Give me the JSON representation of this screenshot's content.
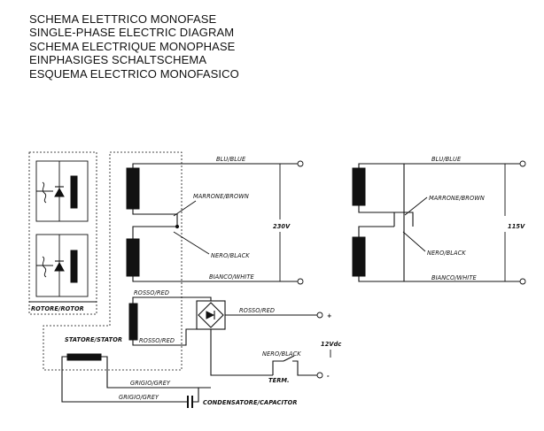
{
  "titles": [
    "SCHEMA ELETTRICO MONOFASE",
    "SINGLE-PHASE ELECTRIC DIAGRAM",
    "SCHEMA ELECTRIQUE MONOPHASE",
    "EINPHASIGES SCHALTSCHEMA",
    "ESQUEMA ELECTRICO MONOFASICO"
  ],
  "diagram_230": {
    "blu": "BLU/BLUE",
    "marrone": "MARRONE/BROWN",
    "nero": "NERO/BLACK",
    "bianco": "BIANCO/WHITE",
    "voltage": "230V",
    "rosso_top": "ROSSO/RED",
    "rosso_out": "ROSSO/RED",
    "rosso_bottom": "ROSSO/RED",
    "plus": "+",
    "minus": "-",
    "dc_voltage": "12Vdc",
    "nero_sw": "NERO/BLACK",
    "term": "TERM.",
    "grigio1": "GRIGIO/GREY",
    "grigio2": "GRIGIO/GREY",
    "capacitor": "CONDENSATORE/CAPACITOR",
    "rotor": "ROTORE/ROTOR",
    "stator": "STATORE/STATOR"
  },
  "diagram_115": {
    "blu": "BLU/BLUE",
    "marrone": "MARRONE/BROWN",
    "nero": "NERO/BLACK",
    "bianco": "BIANCO/WHITE",
    "voltage": "115V"
  }
}
